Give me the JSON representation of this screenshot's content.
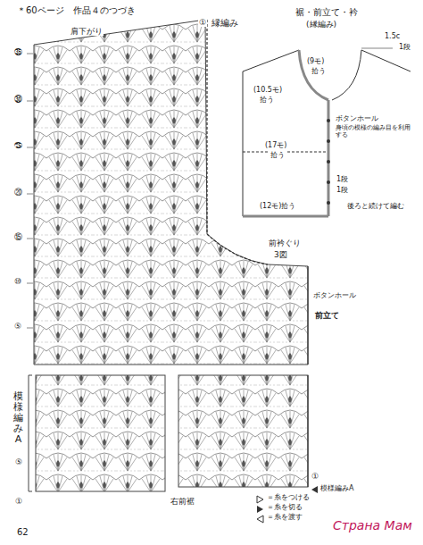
{
  "diagram": {
    "title": "＊60ページ　作品４のつづき",
    "labels": [
      "縁編み",
      "①",
      "肩下がり",
      "㉟",
      "㉚",
      "㉕",
      "⑳",
      "⑮",
      "⑩",
      "⑤",
      "裾・前立て・衿",
      "(縁編み)",
      "1.5c",
      "1段",
      "(9モ)",
      "拾う",
      "(10.5モ)",
      "拾う",
      "ボタンホール",
      "身頃の模様の編み目を利用する",
      "(17モ)",
      "拾う",
      "1段",
      "1段",
      "(12モ)拾う",
      "後ろと続けて編む",
      "前衿ぐり",
      "3図",
      "ボタンホール",
      "前立て",
      "模様編みA",
      "右前裾",
      "⑤",
      "①",
      "①",
      "模様編みA",
      "62",
      "Страна Мам"
    ],
    "legend": [
      {
        "text": "＝糸をつける"
      },
      {
        "text": "＝糸を切る"
      },
      {
        "text": "＝糸を渡す"
      }
    ]
  }
}
